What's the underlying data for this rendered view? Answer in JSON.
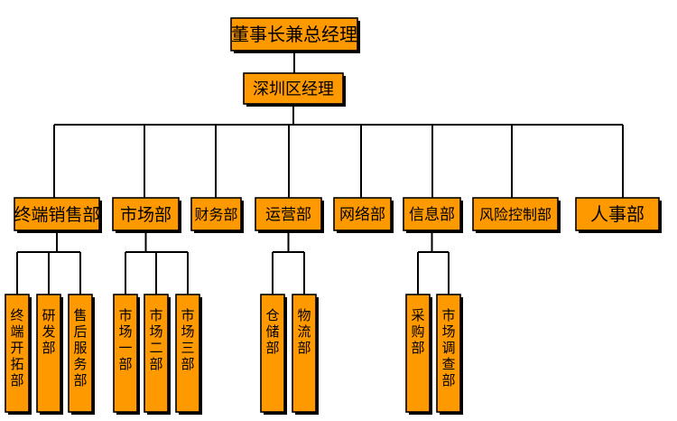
{
  "colors": {
    "box_fill": "#ff9900",
    "box_border": "#000000",
    "line": "#000000"
  },
  "root": {
    "label": "董事长兼总经理"
  },
  "level2": {
    "label": "深圳区经理"
  },
  "departments": [
    {
      "label": "终端销售部",
      "subs": [
        "终端开拓部",
        "研发部",
        "售后服务部"
      ]
    },
    {
      "label": "市场部",
      "subs": [
        "市场一部",
        "市场二部",
        "市场三部"
      ]
    },
    {
      "label": "财务部",
      "subs": []
    },
    {
      "label": "运营部",
      "subs": [
        "仓储部",
        "物流部"
      ]
    },
    {
      "label": "网络部",
      "subs": []
    },
    {
      "label": "信息部",
      "subs": [
        "采购部",
        "市场调查部"
      ]
    },
    {
      "label": "风险控制部",
      "subs": []
    },
    {
      "label": "人事部",
      "subs": []
    }
  ]
}
